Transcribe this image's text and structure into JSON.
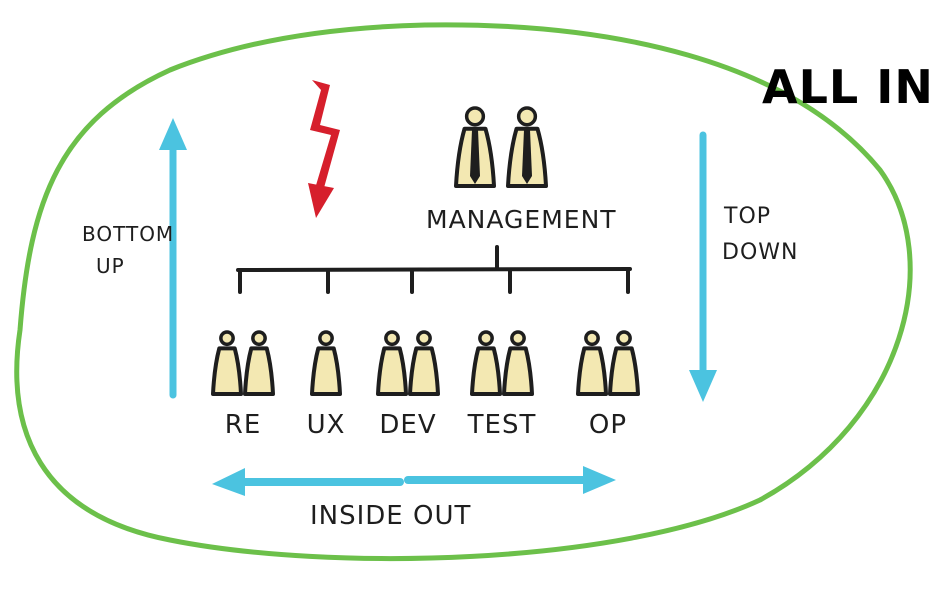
{
  "title": "ALL IN",
  "management_label": "MANAGEMENT",
  "bottom_up_label": [
    "BOTTOM",
    "UP"
  ],
  "top_down_label": [
    "TOP",
    "DOWN"
  ],
  "inside_out_label": "INSIDE OUT",
  "teams": [
    {
      "label": "RE",
      "people": 2
    },
    {
      "label": "UX",
      "people": 1
    },
    {
      "label": "DEV",
      "people": 2
    },
    {
      "label": "TEST",
      "people": 2
    },
    {
      "label": "OP",
      "people": 2
    }
  ],
  "management_people": 2,
  "colors": {
    "outline": "#6cc04a",
    "title": "#4aa83a",
    "arrow": "#4bc3e0",
    "lightning": "#d61f2c",
    "figure_fill": "#f3e8b2",
    "ink": "#1e1e1e"
  }
}
